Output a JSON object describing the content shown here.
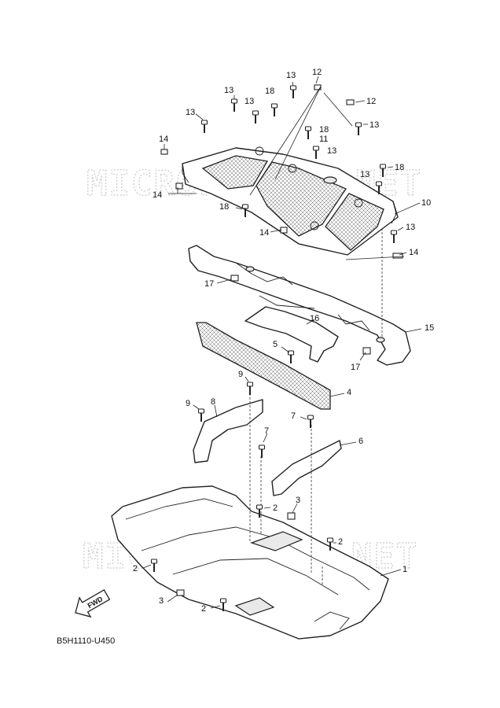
{
  "diagram": {
    "code": "B5H1110-U450",
    "fwd_label": "FWD",
    "watermark": "MICROFICHES.NET",
    "callouts": [
      "1",
      "2",
      "3",
      "4",
      "5",
      "6",
      "7",
      "8",
      "9",
      "10",
      "11",
      "12",
      "13",
      "14",
      "15",
      "16",
      "17",
      "18"
    ]
  }
}
